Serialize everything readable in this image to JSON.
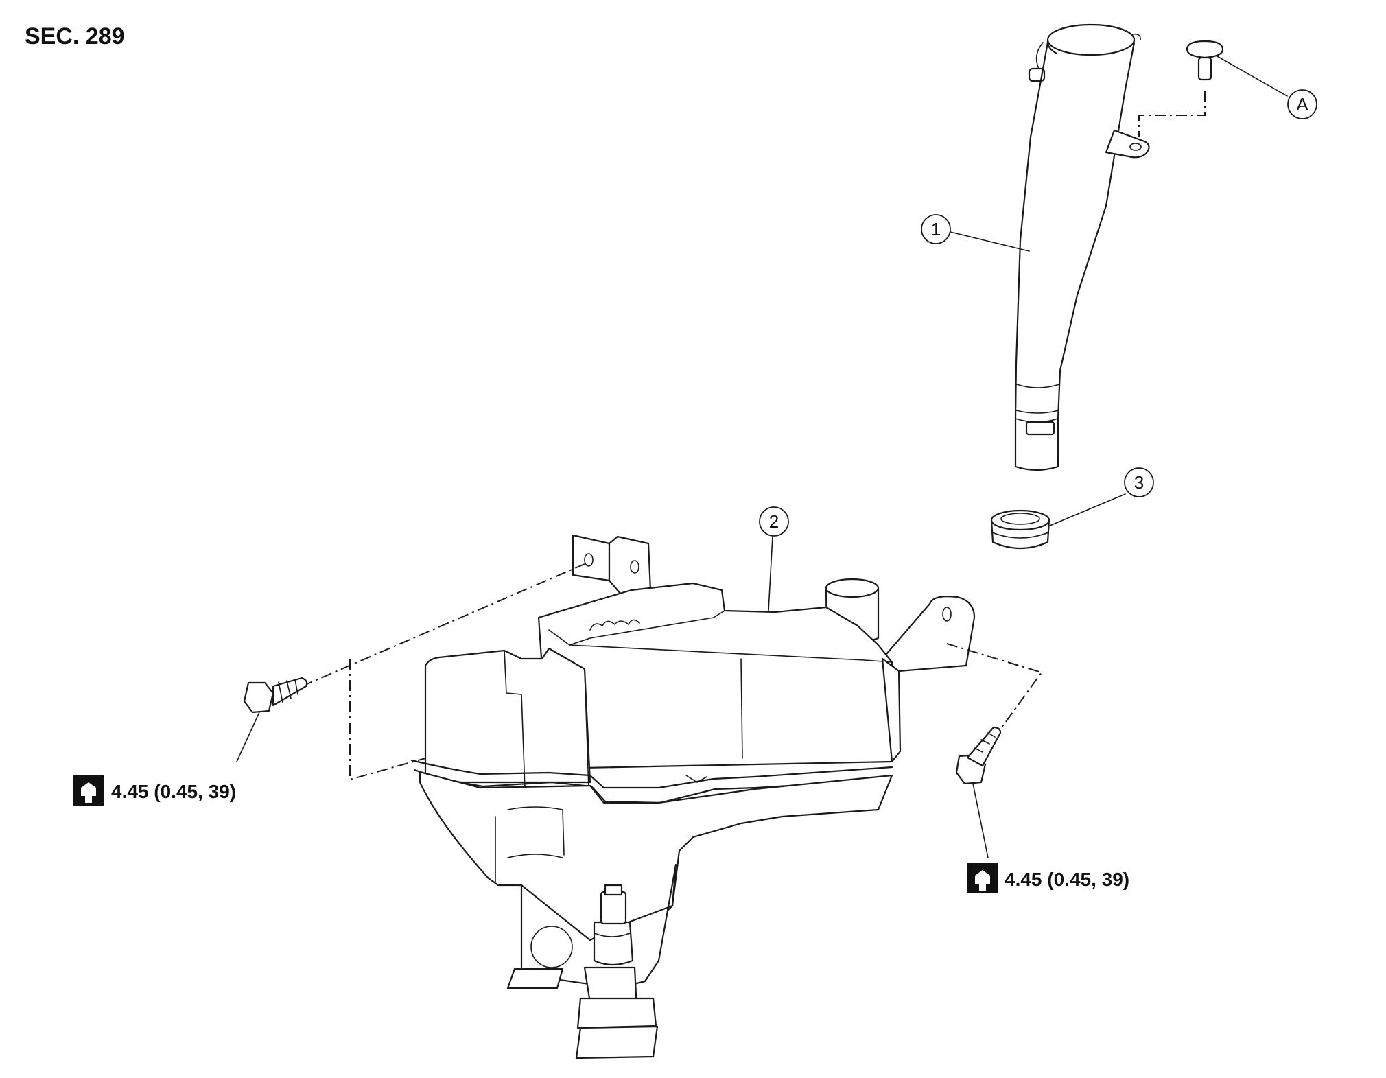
{
  "section_label": "SEC. 289",
  "callouts": [
    {
      "id": "1"
    },
    {
      "id": "2"
    },
    {
      "id": "3"
    },
    {
      "id": "A"
    }
  ],
  "torque_specs": [
    {
      "value": "4.45 (0.45, 39)",
      "icon": "torque-wrench-icon"
    },
    {
      "value": "4.45 (0.45, 39)",
      "icon": "torque-wrench-icon"
    }
  ]
}
